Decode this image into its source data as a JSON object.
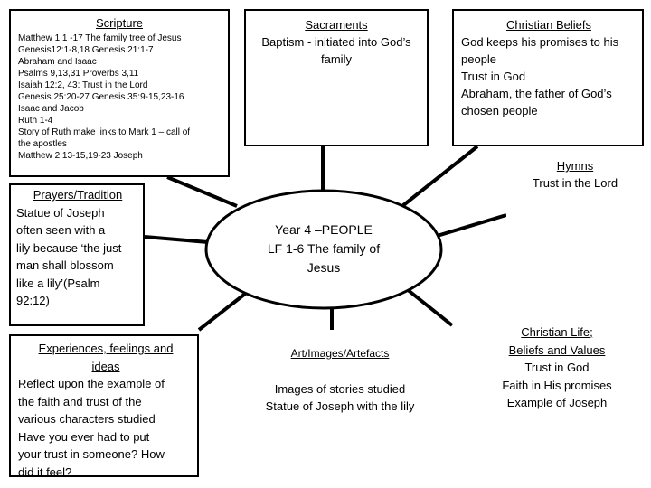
{
  "center": {
    "lines": [
      "Year 4 –PEOPLE",
      "LF 1-6 The  family of",
      "Jesus"
    ]
  },
  "scripture": {
    "title": "Scripture",
    "lines": [
      "Matthew 1:1 -17 The family tree of Jesus",
      "Genesis12:1-8,18 Genesis 21:1-7",
      "Abraham and Isaac",
      "Psalms 9,13,31 Proverbs 3,11",
      "Isaiah 12:2, 43: Trust in the Lord",
      "Genesis 25:20-27 Genesis 35:9-15,23-16",
      "Isaac and Jacob",
      "Ruth 1-4",
      "Story of Ruth make links to Mark 1 – call of",
      "the apostles",
      "Matthew 2:13-15,19-23 Joseph"
    ]
  },
  "sacraments": {
    "title": "Sacraments",
    "lines": [
      "Baptism - initiated into God’s",
      "family"
    ]
  },
  "beliefs": {
    "title": "Christian Beliefs",
    "lines": [
      "God keeps his promises to his",
      "people",
      "Trust in God",
      "Abraham, the father of God’s",
      "chosen people"
    ]
  },
  "hymns": {
    "title": "Hymns",
    "lines": [
      "Trust in the Lord"
    ]
  },
  "prayers": {
    "title": "Prayers/Tradition",
    "lines": [
      "Statue of Joseph",
      "often seen with a",
      "lily because ‘the just",
      "man shall blossom",
      "like a lily’(Psalm",
      "92:12)"
    ]
  },
  "experiences": {
    "title_lines": [
      "Experiences, feelings and",
      "ideas"
    ],
    "lines": [
      "Reflect upon the example of",
      "the faith and trust of the",
      "various characters studied",
      "Have you ever had to put",
      "your trust in someone? How",
      "did it feel?"
    ]
  },
  "art": {
    "title": "Art/Images/Artefacts",
    "lines": [
      "Images of stories studied",
      "Statue of Joseph with the lily"
    ]
  },
  "life": {
    "title_lines": [
      "Christian Life;",
      "Beliefs and Values"
    ],
    "lines": [
      "Trust in God",
      "Faith in His promises",
      "Example of Joseph"
    ]
  }
}
